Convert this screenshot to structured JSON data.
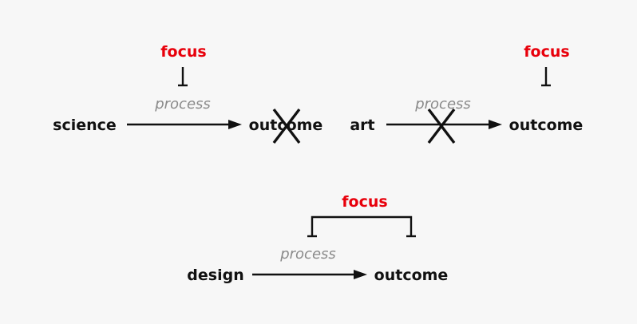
{
  "colors": {
    "focus": "#e8000b",
    "process": "#8a8a8a",
    "ink": "#111111",
    "background": "#f7f7f7"
  },
  "panels": {
    "science": {
      "source": "science",
      "process": "process",
      "target": "outcome",
      "focus": "focus",
      "focus_on": "process",
      "crossed_out": "outcome"
    },
    "art": {
      "source": "art",
      "process": "process",
      "target": "outcome",
      "focus": "focus",
      "focus_on": "outcome",
      "crossed_out": "process"
    },
    "design": {
      "source": "design",
      "process": "process",
      "target": "outcome",
      "focus": "focus",
      "focus_on": "process and outcome",
      "crossed_out": ""
    }
  }
}
